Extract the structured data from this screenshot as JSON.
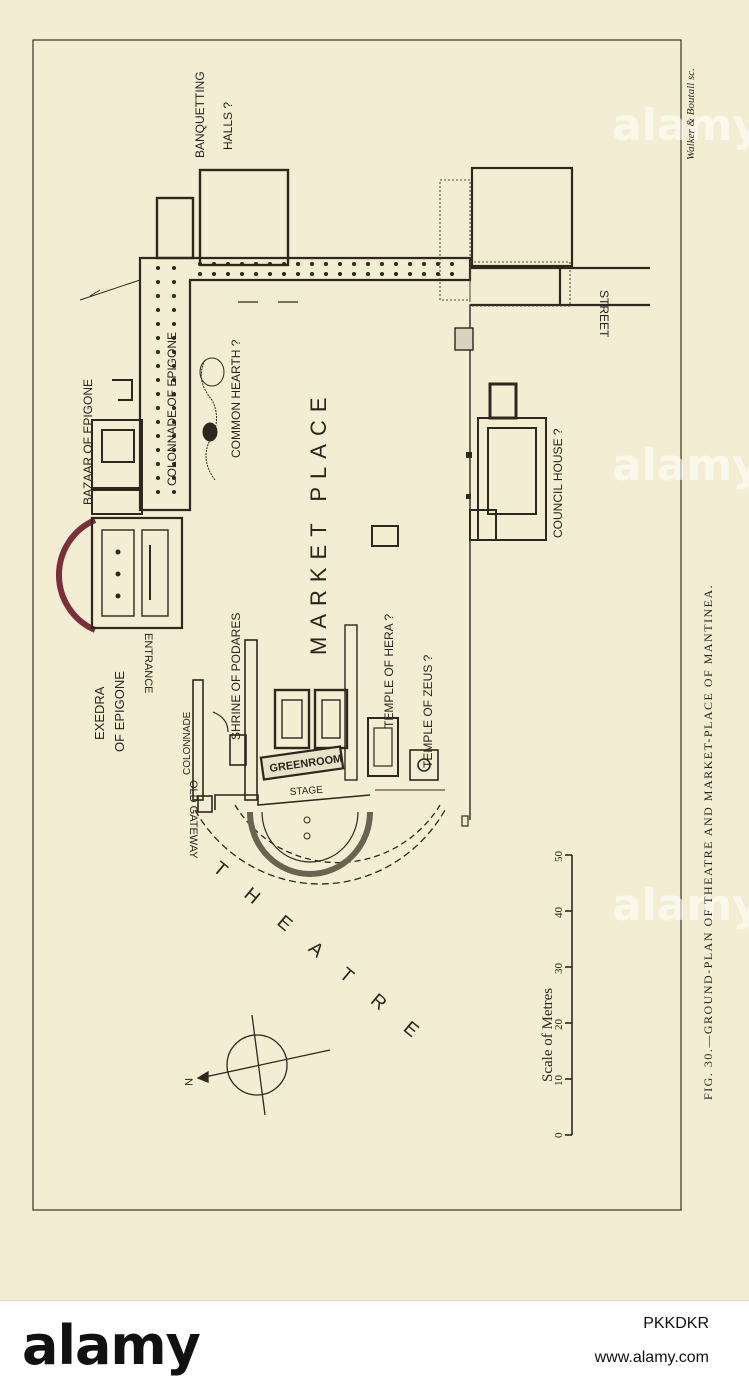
{
  "figure": {
    "caption": "FIG. 30.—GROUND-PLAN OF THEATRE AND MARKET-PLACE OF MANTINEA.",
    "engraver": "Walker & Boutall sc.",
    "labels": {
      "banquetting_halls_1": "BANQUETTING",
      "banquetting_halls_2": "HALLS ?",
      "bazaar": "BAZAAR OF EPIGONE",
      "colonnade_epigone": "COLONNADE OF EPIGONE",
      "common_hearth": "COMMON HEARTH ?",
      "market_place": "MARKET   PLACE",
      "street": "STREET",
      "council_house": "COUNCIL HOUSE ?",
      "exedra_1": "EXEDRA",
      "exedra_2": "OF EPIGONE",
      "entrance": "ENTRANCE",
      "shrine": "SHRINE OF PODARES",
      "temple_hera": "TEMPLE OF HERA ?",
      "temple_zeus": "TEMPLE OF ZEUS ?",
      "colonnade": "COLONNADE",
      "old_gateway": "OLD GATEWAY",
      "greenroom": "GREENROOM",
      "stage": "STAGE",
      "theatre": "T H E A T R E",
      "north": "N"
    },
    "scale": {
      "title": "Scale of Metres",
      "ticks": [
        "0",
        "10",
        "20",
        "30",
        "40",
        "50"
      ]
    }
  },
  "watermark": {
    "logo": "alamy",
    "image_id": "PKKDKR",
    "url": "www.alamy.com"
  }
}
